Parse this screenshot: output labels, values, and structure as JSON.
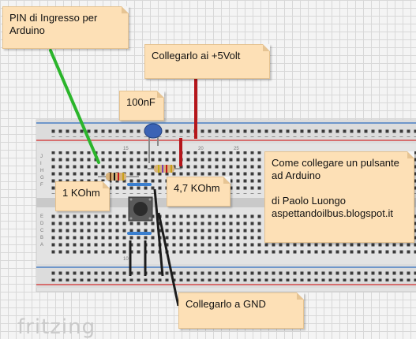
{
  "notes": {
    "pin": {
      "lines": [
        "PIN di Ingresso per",
        "Arduino"
      ]
    },
    "vcc": {
      "text": "Collegarlo ai +5Volt"
    },
    "cap": {
      "text": "100nF"
    },
    "res1": {
      "text": "1 KOhm"
    },
    "res2": {
      "text": "4,7 KOhm"
    },
    "info": {
      "lines": [
        "Come collegare un pulsante",
        "ad Arduino",
        "",
        "di Paolo Luongo",
        "aspettandoilbus.blogspot.it"
      ]
    },
    "gnd": {
      "text": "Collegarlo a GND"
    }
  },
  "breadboard": {
    "column_labels": [
      "15",
      "20",
      "25",
      "10"
    ],
    "row_labels": [
      "J",
      "I",
      "H",
      "G",
      "F",
      "E",
      "D",
      "C",
      "B",
      "A"
    ]
  },
  "wires": {
    "pin_color": "#2bb52b",
    "vcc_color": "#b5161b",
    "gnd_color": "#1b1b1b",
    "jumper_color": "#3a7fcf"
  },
  "watermark": "fritzing"
}
